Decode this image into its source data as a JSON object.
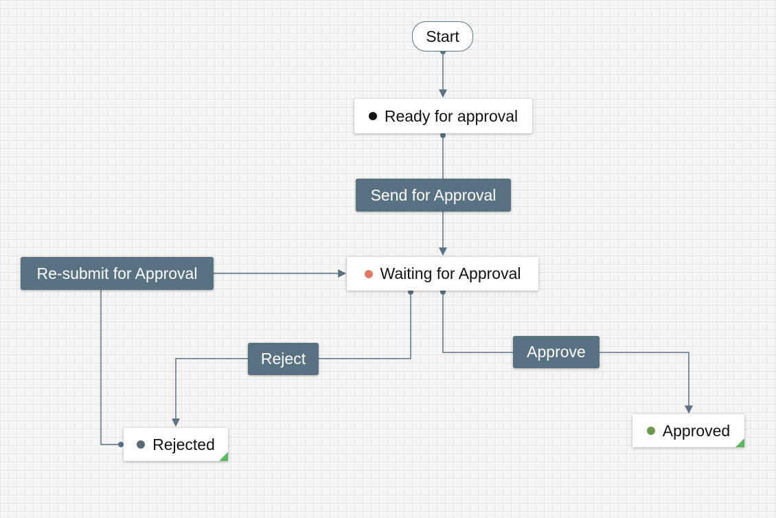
{
  "colors": {
    "connector": "#5a7282",
    "action_fill": "#587282",
    "state_ready": "#111111",
    "state_waiting": "#e07a64",
    "state_rejected": "#586b78",
    "state_approved": "#6a9a4a",
    "final_marker": "#5cb85c"
  },
  "start": {
    "label": "Start"
  },
  "states": {
    "ready": {
      "label": "Ready for approval",
      "indicator": "dot"
    },
    "waiting": {
      "label": "Waiting for Approval",
      "indicator": "dot"
    },
    "rejected": {
      "label": "Rejected",
      "indicator": "dot",
      "final": true
    },
    "approved": {
      "label": "Approved",
      "indicator": "dot",
      "final": true
    }
  },
  "actions": {
    "send": {
      "label": "Send for Approval"
    },
    "resubmit": {
      "label": "Re-submit for Approval"
    },
    "reject": {
      "label": "Reject"
    },
    "approve": {
      "label": "Approve"
    }
  },
  "transitions": [
    {
      "from": "start",
      "to": "ready"
    },
    {
      "from": "ready",
      "via": "send",
      "to": "waiting"
    },
    {
      "from": "waiting",
      "via": "reject",
      "to": "rejected"
    },
    {
      "from": "waiting",
      "via": "approve",
      "to": "approved"
    },
    {
      "from": "rejected",
      "via": "resubmit",
      "to": "waiting"
    }
  ]
}
